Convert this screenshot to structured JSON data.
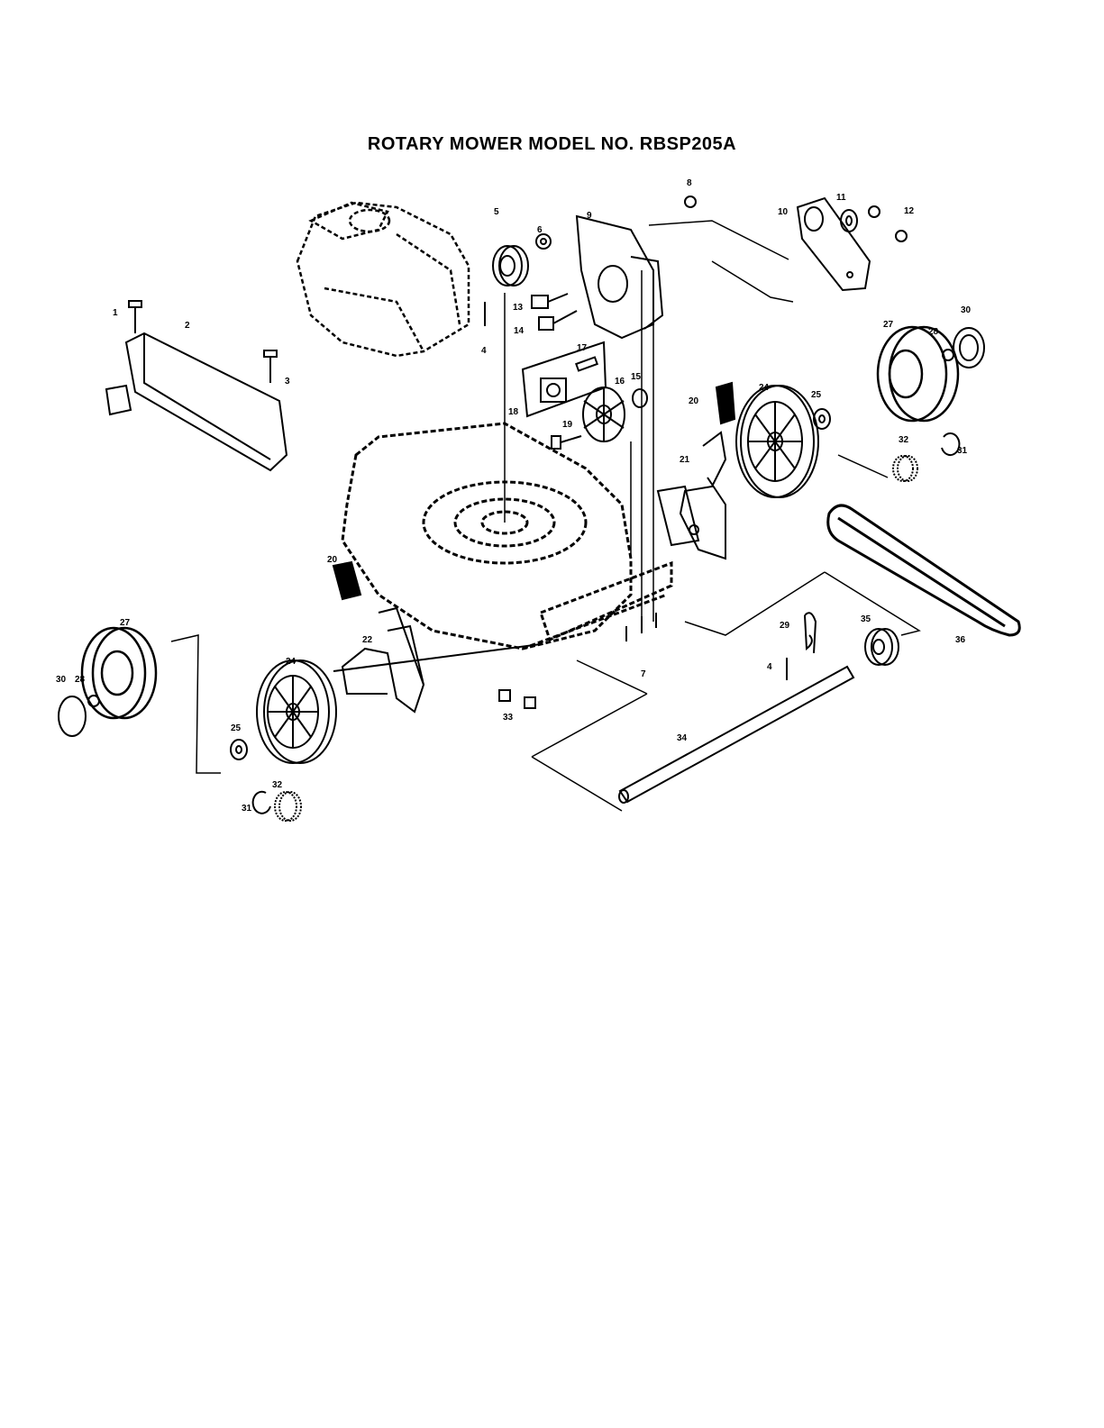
{
  "document": {
    "title": "ROTARY MOWER MODEL NO. RBSP205A"
  },
  "callouts": {
    "c1": "1",
    "c2": "2",
    "c3": "3",
    "c4a": "4",
    "c4b": "4",
    "c5": "5",
    "c6": "6",
    "c7": "7",
    "c8": "8",
    "c9": "9",
    "c10": "10",
    "c11": "11",
    "c12": "12",
    "c13": "13",
    "c14": "14",
    "c15": "15",
    "c16": "16",
    "c17": "17",
    "c18": "18",
    "c19": "19",
    "c20a": "20",
    "c20b": "20",
    "c21": "21",
    "c22": "22",
    "c24a": "24",
    "c24b": "24",
    "c25a": "25",
    "c25b": "25",
    "c27a": "27",
    "c27b": "27",
    "c28a": "28",
    "c28b": "28",
    "c29": "29",
    "c30a": "30",
    "c30b": "30",
    "c31a": "31",
    "c31b": "31",
    "c32a": "32",
    "c32b": "32",
    "c33": "33",
    "c34": "34",
    "c35": "35",
    "c36": "36"
  },
  "colors": {
    "ink": "#000000",
    "paper": "#ffffff"
  }
}
